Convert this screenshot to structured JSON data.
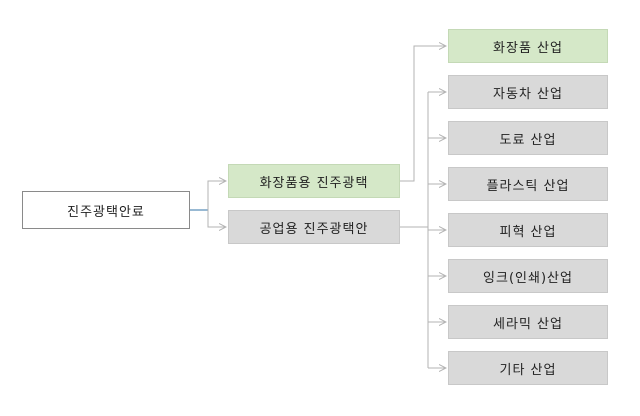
{
  "diagram": {
    "root": {
      "label": "진주광택안료"
    },
    "mid": [
      {
        "label": "화장품용 진주광택",
        "highlight": true
      },
      {
        "label": "공업용 진주광택안",
        "highlight": false
      }
    ],
    "leaves": [
      {
        "label": "화장품 산업",
        "highlight": true
      },
      {
        "label": "자동차 산업",
        "highlight": false
      },
      {
        "label": "도료 산업",
        "highlight": false
      },
      {
        "label": "플라스틱 산업",
        "highlight": false
      },
      {
        "label": "피혁 산업",
        "highlight": false
      },
      {
        "label": "잉크(인쇄)산업",
        "highlight": false
      },
      {
        "label": "세라믹 산업",
        "highlight": false
      },
      {
        "label": "기타 산업",
        "highlight": false
      }
    ]
  },
  "colors": {
    "highlight_fill": "#d5e8c8",
    "normal_fill": "#d9d9d9",
    "root_fill": "#ffffff",
    "connector": "#b3b3b3",
    "root_connector": "#5b8fb9"
  }
}
